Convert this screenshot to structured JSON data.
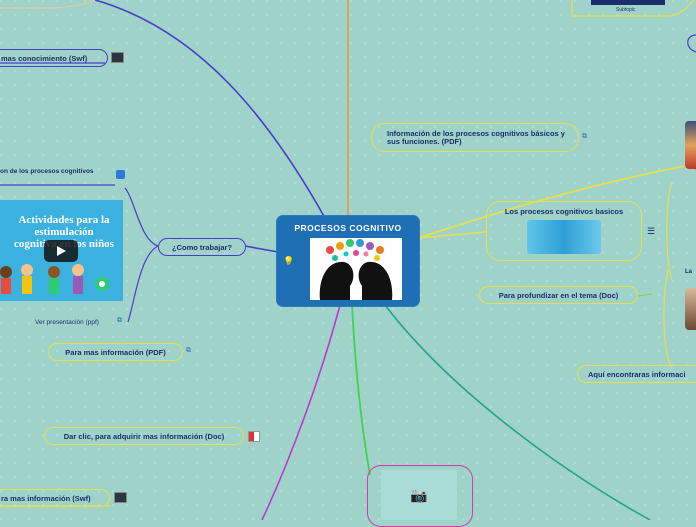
{
  "central": {
    "title": "PROCESOS  COGNITIVO",
    "bulb_icon": "lightbulb-icon"
  },
  "nodes": {
    "mas_conocimiento": "mas conocimiento (Swf)",
    "procesos_cognitivos_left": "on de los procesos cognitivos",
    "como_trabajar": "¿Como trabajar?",
    "ver_presentacion": "Ver presentación (ppf)",
    "para_mas_info_pdf": "Para mas información (PDF)",
    "dar_clic": "Dar clic, para adquirir mas información (Doc)",
    "ra_mas_info_swf": "ra mas información (Swf)",
    "info_procesos": "Información de los procesos cognitivos básicos y sus funciones. (PDF)",
    "procesos_basicos": "Los procesos cognitivos  basicos",
    "profundizar": "Para profundizar en el tema (Doc)",
    "aqui_encontraras": "Aquí encontraras informaci",
    "subtopic": "Subtopic",
    "la": "La"
  },
  "video": {
    "title_lines": [
      "Actividades para la",
      "estimulación",
      "cognitiva en los niños"
    ]
  },
  "colors": {
    "blue": "#4b3cc9",
    "yellow": "#e7df4f",
    "green": "#7fd35a",
    "magenta": "#d63aa8",
    "central": "#1f6fb5"
  }
}
